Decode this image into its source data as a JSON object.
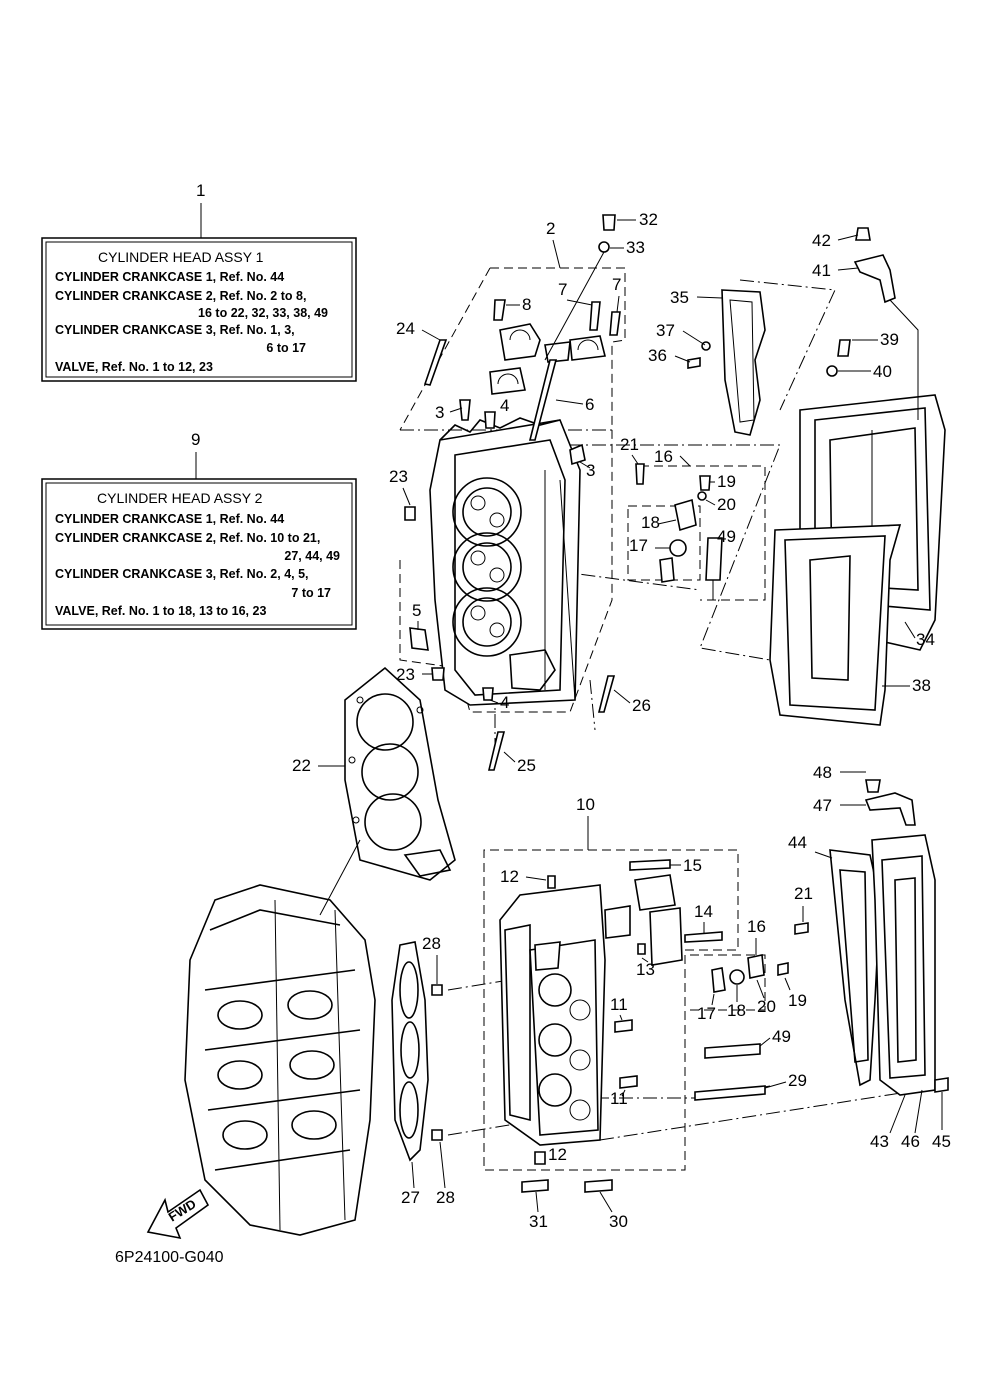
{
  "boxes": [
    {
      "ref": "1",
      "title": "CYLINDER HEAD ASSY 1",
      "lines": [
        "CYLINDER CRANKCASE 1,  Ref. No. 44",
        "CYLINDER CRANKCASE 2,  Ref. No. 2 to 8,",
        "16 to 22, 32, 33, 38, 49",
        "CYLINDER CRANKCASE 3,  Ref. No. 1, 3,",
        "6 to 17",
        "VALVE,  Ref. No. 1 to 12, 23"
      ]
    },
    {
      "ref": "9",
      "title": "CYLINDER HEAD ASSY 2",
      "lines": [
        "CYLINDER CRANKCASE 1,  Ref. No. 44",
        "CYLINDER CRANKCASE 2,  Ref. No. 10 to 21,",
        "27, 44, 49",
        "CYLINDER CRANKCASE 3,  Ref. No. 2, 4, 5,",
        "7 to 17",
        "VALVE,  Ref. No. 1 to 18, 13 to 16, 23"
      ]
    }
  ],
  "callouts": [
    "2",
    "32",
    "33",
    "42",
    "41",
    "7",
    "7",
    "8",
    "35",
    "37",
    "36",
    "39",
    "40",
    "24",
    "3",
    "4",
    "6",
    "3",
    "21",
    "16",
    "19",
    "20",
    "18",
    "17",
    "49",
    "23",
    "5",
    "23",
    "4",
    "26",
    "25",
    "34",
    "38",
    "22",
    "10",
    "12",
    "15",
    "14",
    "13",
    "16",
    "21",
    "19",
    "11",
    "11",
    "17",
    "18",
    "20",
    "49",
    "29",
    "28",
    "28",
    "27",
    "12",
    "31",
    "30",
    "48",
    "47",
    "44",
    "43",
    "46",
    "45"
  ],
  "fwd_label": "FWD",
  "diagram_code": "6P24100-G040"
}
